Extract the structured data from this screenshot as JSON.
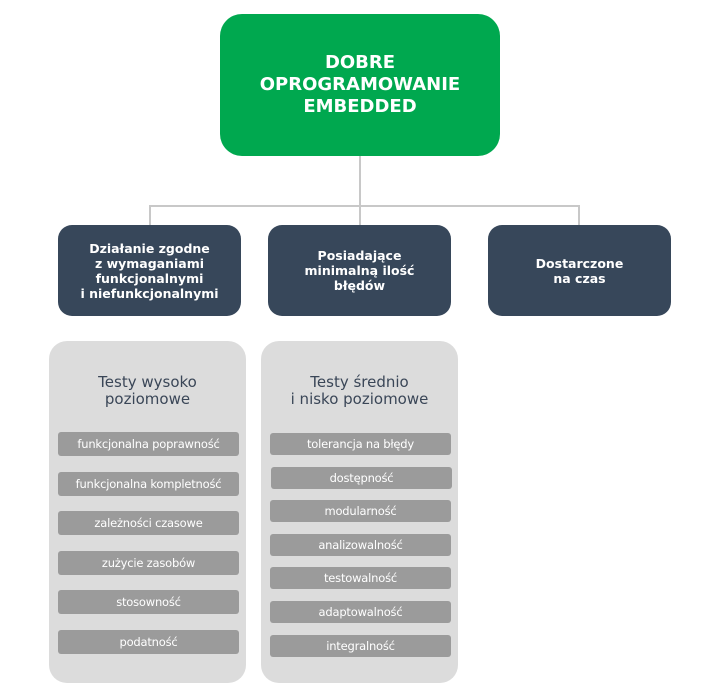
{
  "root": {
    "lines": [
      "DOBRE",
      "OPROGRAMOWANIE",
      "EMBEDDED"
    ],
    "color": "#00a84f"
  },
  "categories": [
    {
      "label": "Działanie zgodne\nz wymaganiami\nfunkcjonalnymi\ni niefunkcjonalnymi"
    },
    {
      "label": "Posiadające\nminimalną ilość\nbłędów"
    },
    {
      "label": "Dostarczone\nna czas"
    }
  ],
  "panels": [
    {
      "title": "Testy wysoko\npoziomowe",
      "items": [
        "funkcjonalna poprawność",
        "funkcjonalna kompletność",
        "zależności czasowe",
        "zużycie zasobów",
        "stosowność",
        "podatność"
      ]
    },
    {
      "title": "Testy średnio\ni nisko poziomowe",
      "items": [
        "tolerancja na błędy",
        "dostępność",
        "modularność",
        "analizowalność",
        "testowalność",
        "adaptowalność",
        "integralność"
      ]
    }
  ]
}
